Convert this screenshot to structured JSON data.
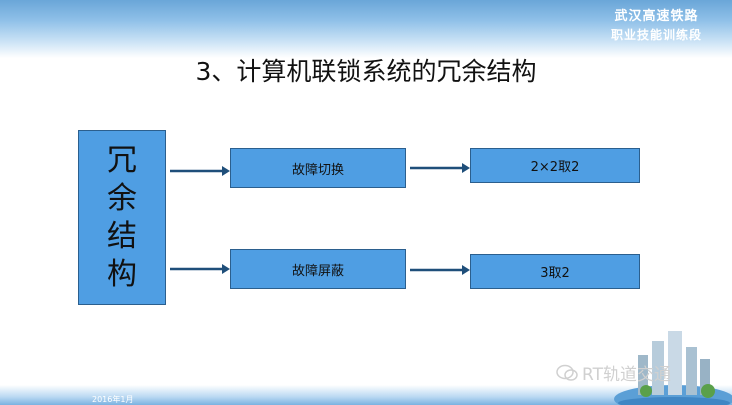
{
  "header": {
    "brand_line1": "武汉高速铁路",
    "brand_line2": "职业技能训练段"
  },
  "slide": {
    "title": "3、计算机联锁系统的冗余结构"
  },
  "diagram": {
    "main_box": [
      "冗",
      "余",
      "结",
      "构"
    ],
    "method1": "故障切换",
    "method2": "故障屏蔽",
    "result1": "2×2取2",
    "result2": "3取2"
  },
  "footer": {
    "date": "2016年1月"
  },
  "watermark": {
    "text": "RT轨道交通"
  },
  "colors": {
    "box_fill": "#4f9ee3",
    "box_border": "#2b5f8e",
    "arrow": "#1f4f7a"
  }
}
